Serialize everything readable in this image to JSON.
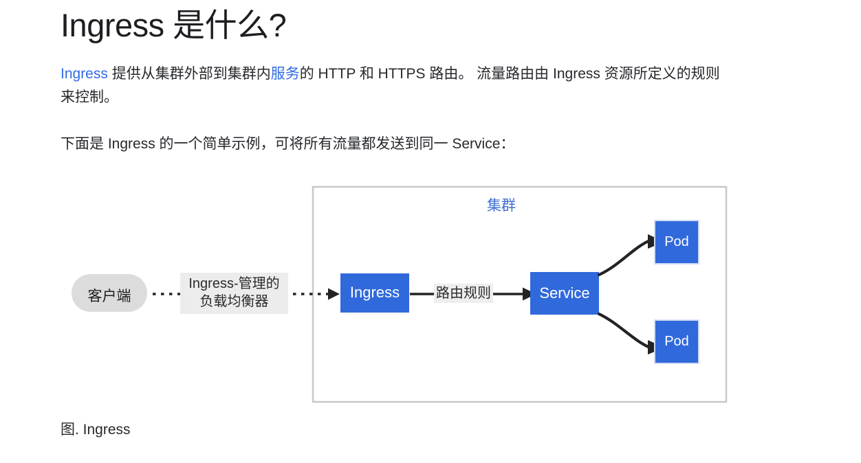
{
  "page": {
    "title": "Ingress 是什么?",
    "caption": "图. Ingress"
  },
  "paragraphs": {
    "p1": {
      "link_ingress": "Ingress",
      "seg1": " 提供从集群外部到集群内",
      "link_service": "服务",
      "seg2": "的 HTTP 和 HTTPS 路由。 流量路由由 Ingress 资源所定义的规则来控制。"
    },
    "p2": {
      "text": "下面是 Ingress 的一个简单示例，可将所有流量都发送到同一 Service："
    }
  },
  "diagram": {
    "cluster_title": "集群",
    "client_node": "客户端",
    "lb_label_line1": "Ingress-管理的",
    "lb_label_line2": "负载均衡器",
    "routing_label": "路由规则",
    "ingress_box": "Ingress",
    "service_box": "Service",
    "pod_top": "Pod",
    "pod_bottom": "Pod"
  },
  "colors": {
    "link": "#326ce5",
    "box_blue": "#3069db",
    "cluster_title_blue": "#3f6fd2",
    "client_gray": "#dcdcdc",
    "cluster_border": "#c8c8c8",
    "label_bg": "#ececec",
    "arrow_dark": "#232323",
    "text": "#26282c"
  }
}
